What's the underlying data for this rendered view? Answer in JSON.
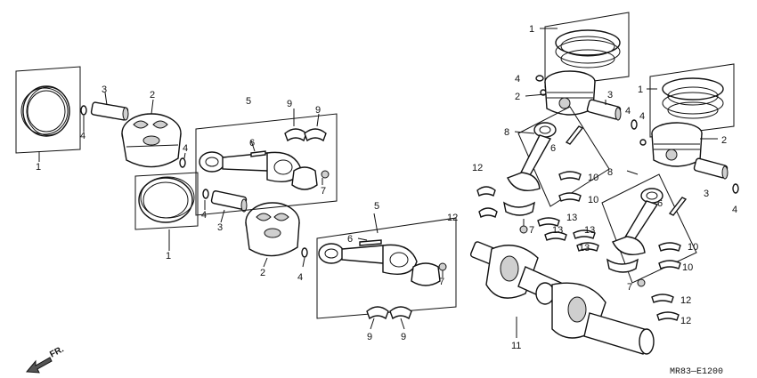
{
  "callouts": {
    "c1": "1",
    "c2": "2",
    "c3": "3",
    "c4": "4",
    "c5": "5",
    "c6": "6",
    "c7": "7",
    "c8": "8",
    "c9": "9",
    "c10": "10",
    "c11": "11",
    "c12": "12",
    "c13": "13"
  },
  "direction_label": "FR.",
  "diagram_code": "MR83—E1200"
}
